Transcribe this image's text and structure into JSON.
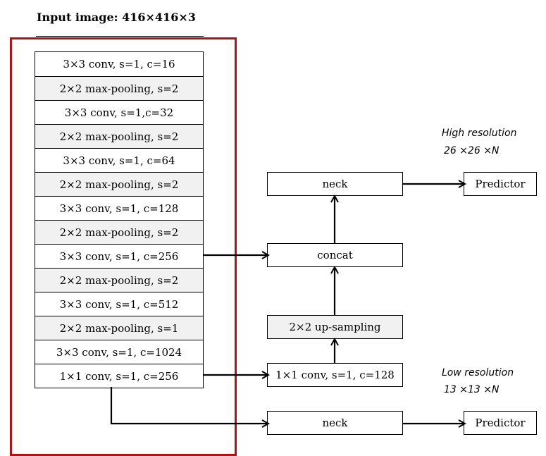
{
  "title": "Input image: 416×416×3",
  "backbone_layers": [
    {
      "label": "3×3 conv, s=1, c=16",
      "shaded": false
    },
    {
      "label": "2×2 max-pooling, s=2",
      "shaded": true
    },
    {
      "label": "3×3 conv, s=1,c=32",
      "shaded": false
    },
    {
      "label": "2×2 max-pooling, s=2",
      "shaded": true
    },
    {
      "label": "3×3 conv, s=1, c=64",
      "shaded": false
    },
    {
      "label": "2×2 max-pooling, s=2",
      "shaded": true
    },
    {
      "label": "3×3 conv, s=1, c=128",
      "shaded": false
    },
    {
      "label": "2×2 max-pooling, s=2",
      "shaded": true
    },
    {
      "label": "3×3 conv, s=1, c=256",
      "shaded": false
    },
    {
      "label": "2×2 max-pooling, s=2",
      "shaded": true
    },
    {
      "label": "3×3 conv, s=1, c=512",
      "shaded": false
    },
    {
      "label": "2×2 max-pooling, s=1",
      "shaded": true
    },
    {
      "label": "3×3 conv, s=1, c=1024",
      "shaded": false
    },
    {
      "label": "1×1 conv, s=1, c=256",
      "shaded": false
    }
  ],
  "head": {
    "neck_top": "neck",
    "concat": "concat",
    "upsampling": "2×2 up-sampling",
    "conv": "1×1 conv, s=1, c=128",
    "neck_bottom": "neck",
    "predictor_top": "Predictor",
    "predictor_bottom": "Predictor"
  },
  "annotations": {
    "high_resolution_label": "High resolution",
    "high_resolution_size": "26 ×26 ×N",
    "low_resolution_label": "Low resolution",
    "low_resolution_size": "13 ×13 ×N"
  },
  "colors": {
    "frame": "#b80f0f",
    "shaded_fill": "#f1f1f1",
    "stroke": "#000000"
  }
}
